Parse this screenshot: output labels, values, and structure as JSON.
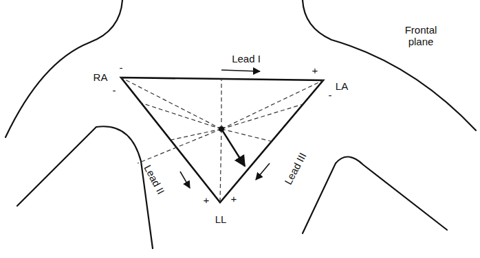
{
  "diagram": {
    "labels": [
      "Frontal plane",
      "Lead I",
      "RA",
      "-",
      "+",
      "LA",
      "-",
      "-",
      "Lead II",
      "Lead III",
      "+",
      "+",
      "LL"
    ]
  }
}
